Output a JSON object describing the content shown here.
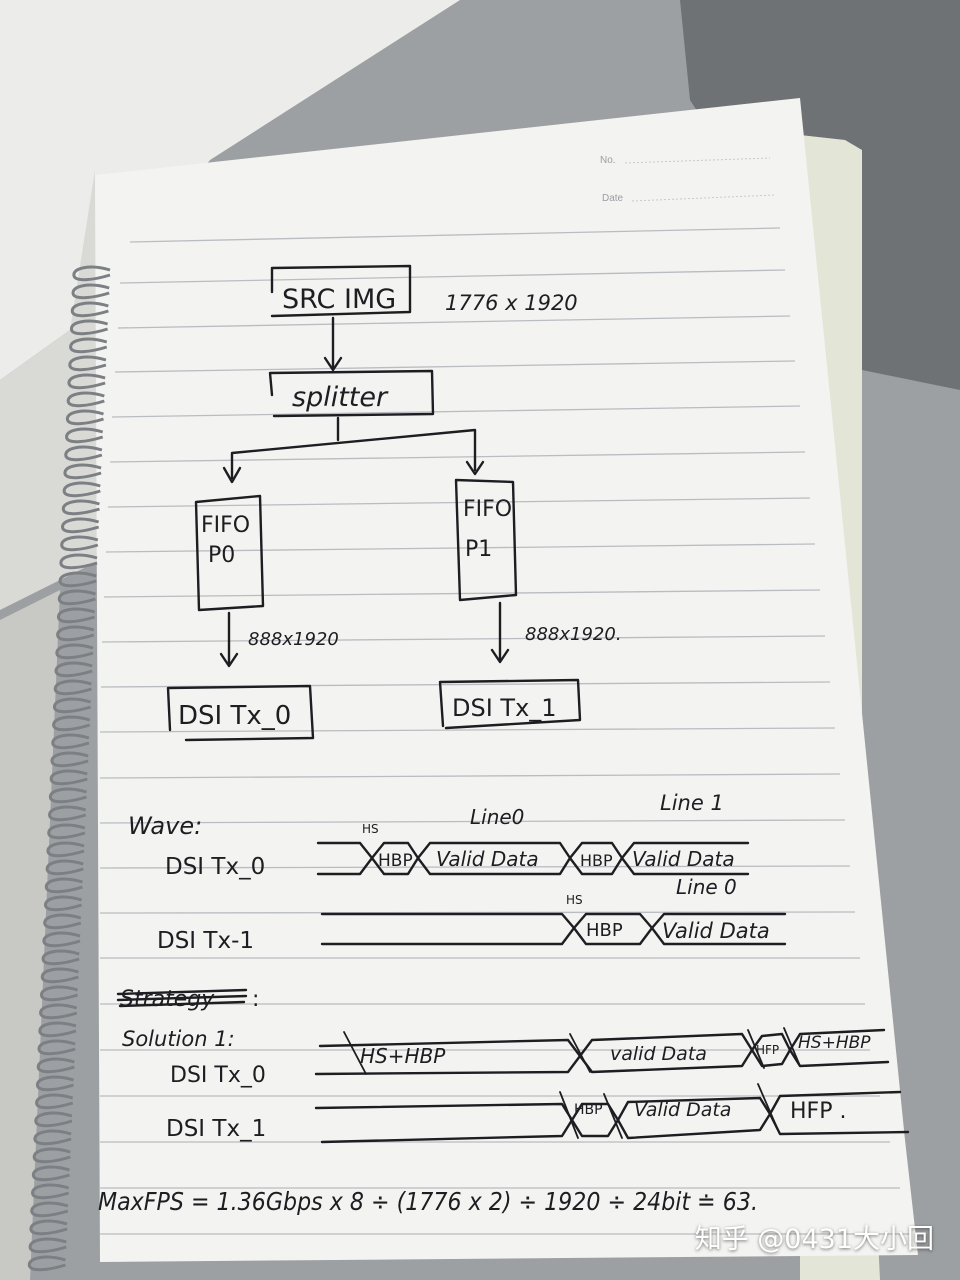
{
  "header": {
    "no_label": "No.",
    "date_label": "Date"
  },
  "flow": {
    "src_img": "SRC IMG",
    "src_size": "1776 x 1920",
    "splitter": "splitter",
    "fifo0_line1": "FIFO",
    "fifo0_line2": "P0",
    "fifo1_line1": "FIFO",
    "fifo1_line2": "P1",
    "out0_size": "888x1920",
    "out1_size": "888x1920.",
    "dsi0": "DSI Tx_0",
    "dsi1": "DSI Tx_1"
  },
  "wave": {
    "heading": "Wave:",
    "tx0_label": "DSI Tx_0",
    "tx1_label": "DSI Tx-1",
    "hs_a": "HS",
    "hbp_a": "HBP",
    "line0_a": "Line0",
    "valid_a": "Valid Data",
    "hbp_b": "HBP",
    "line1": "Line 1",
    "valid_b": "Valid Data",
    "hs_c": "HS",
    "hbp_c": "HBP",
    "line0_c": "Line 0",
    "valid_c": "Valid Data"
  },
  "solution": {
    "struck_word": "Strategy",
    "colon": ":",
    "heading": "Solution 1:",
    "tx0_label": "DSI Tx_0",
    "tx1_label": "DSI Tx_1",
    "hs_hbp": "HS+HBP",
    "valid_a": "valid Data",
    "hfp_a": "HFP",
    "hs_hbp_b": "HS+HBP",
    "hbp_b": "HBP",
    "valid_b": "Valid Data",
    "hfp_b": "HFP ."
  },
  "formula": "MaxFPS = 1.36Gbps x 8 ÷ (1776 x 2) ÷ 1920 ÷ 24bit ≐ 63.",
  "watermark": "知乎 @0431大小回",
  "colors": {
    "paper": "#f3f3f1",
    "ink": "#1d1d22",
    "rule": "#b9bcc0",
    "background": "#8f9294"
  }
}
